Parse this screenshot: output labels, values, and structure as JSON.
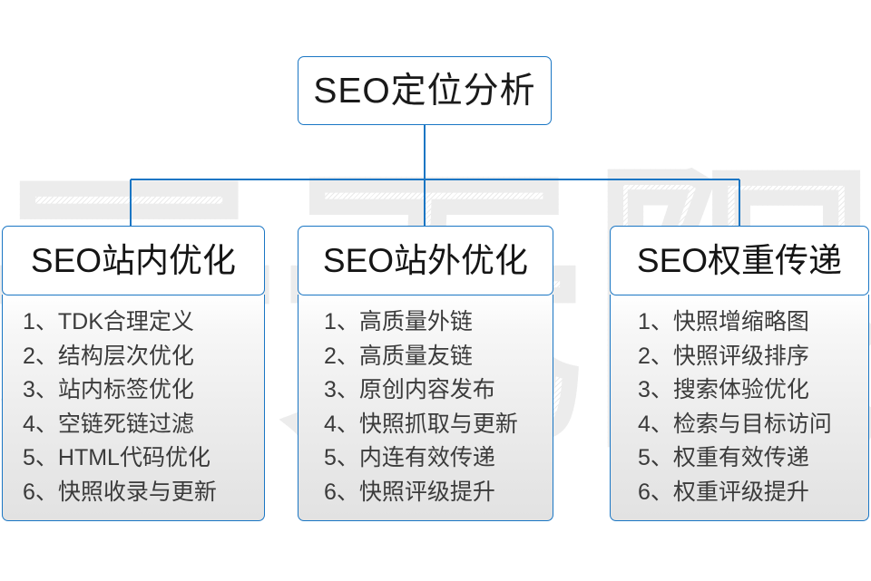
{
  "watermark": {
    "text": "云无限"
  },
  "root": {
    "title": "SEO定位分析"
  },
  "columns": [
    {
      "title": "SEO站内优化",
      "items": [
        "1、TDK合理定义",
        "2、结构层次优化",
        "3、站内标签优化",
        "4、空链死链过滤",
        "5、HTML代码优化",
        "6、快照收录与更新"
      ]
    },
    {
      "title": "SEO站外优化",
      "items": [
        "1、高质量外链",
        "2、高质量友链",
        "3、原创内容发布",
        "4、快照抓取与更新",
        "5、内连有效传递",
        "6、快照评级提升"
      ]
    },
    {
      "title": "SEO权重传递",
      "items": [
        "1、快照增缩略图",
        "2、快照评级排序",
        "3、搜索体验优化",
        "4、检索与目标访问",
        "5、权重有效传递",
        "6、权重评级提升"
      ]
    }
  ],
  "colors": {
    "border_blue": "#1a76c4",
    "connector_blue": "#1a76c4",
    "text_dark": "#151515",
    "list_text": "#3b3b3b",
    "watermark_gray": "#ececec"
  }
}
